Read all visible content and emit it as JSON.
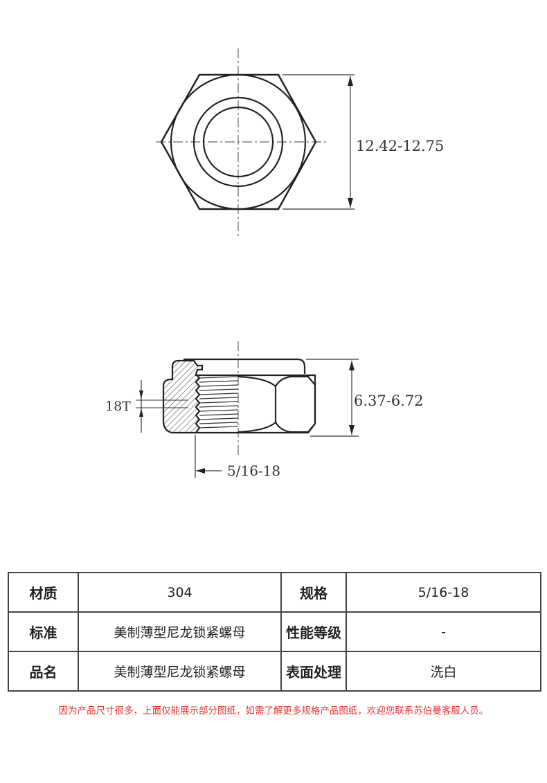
{
  "drawing": {
    "top_view": {
      "dimension_label": "12.42-12.75"
    },
    "side_view": {
      "height_label": "6.37-6.72",
      "thread_pitch_label": "18T",
      "thread_size_label": "5/16-18"
    }
  },
  "spec_table": {
    "rows": [
      {
        "label_left": "材质",
        "value_left": "304",
        "label_right": "规格",
        "value_right": "5/16-18"
      },
      {
        "label_left": "标准",
        "value_left": "美制薄型尼龙锁紧螺母",
        "label_right": "性能等级",
        "value_right": "-"
      },
      {
        "label_left": "品名",
        "value_left": "美制薄型尼龙锁紧螺母",
        "label_right": "表面处理",
        "value_right": "洗白"
      }
    ]
  },
  "footer_note": "因为产品尺寸很多，上面仅能展示部分图纸，如需了解更多规格产品图纸，欢迎您联系苏伯曼客服人员。",
  "colors": {
    "line": "#222222",
    "border": "#444444",
    "note": "#e8312f"
  }
}
